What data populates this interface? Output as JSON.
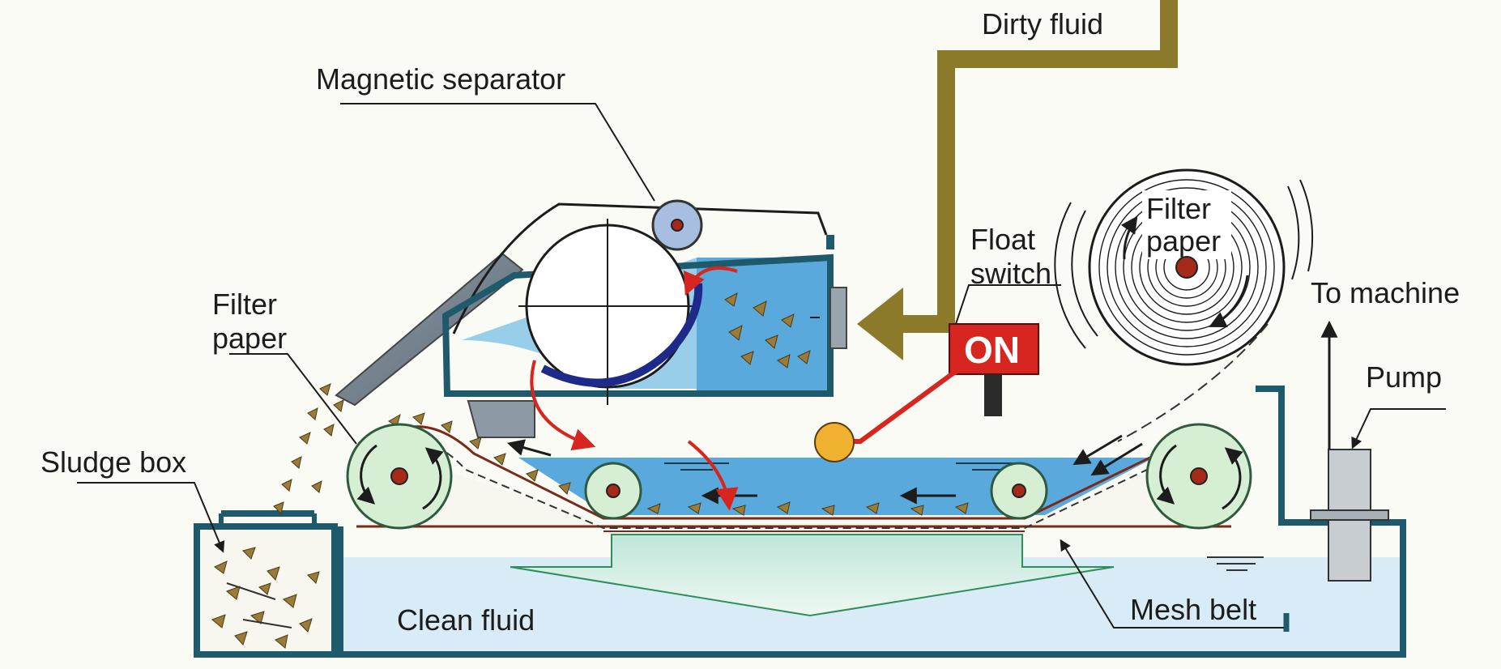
{
  "labels": {
    "dirty_fluid": "Dirty fluid",
    "magnetic_separator": "Magnetic separator",
    "float_switch_1": "Float",
    "float_switch_2": "switch",
    "filter_paper_roll_1": "Filter",
    "filter_paper_roll_2": "paper",
    "to_machine": "To machine",
    "pump": "Pump",
    "filter_paper_left_1": "Filter",
    "filter_paper_left_2": "paper",
    "sludge_box": "Sludge box",
    "clean_fluid": "Clean fluid",
    "mesh_belt": "Mesh belt",
    "switch_state": "ON"
  },
  "colors": {
    "background": "#fbfbf5",
    "dirty_pipe": "#8a7a2a",
    "fluid_blue": "#5aa9dc",
    "clean_fluid": "#d8ebf6",
    "frame": "#1e5a6b",
    "roller_green": "#d6efd4",
    "switch_red": "#d7251f",
    "float_orange": "#f0b030",
    "chip": "#9a7b3a"
  }
}
